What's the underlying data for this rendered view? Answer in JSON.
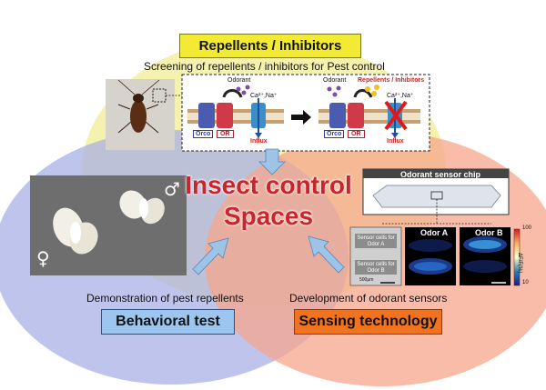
{
  "top": {
    "title": "Repellents / Inhibitors",
    "subtitle": "Screening of repellents / inhibitors for Pest control"
  },
  "mechanism": {
    "left": {
      "odorant": "Odorant",
      "ions": "Ca²⁺,Na⁺",
      "orco": "Orco",
      "or": "OR",
      "influx": "Influx"
    },
    "right": {
      "odorant": "Odorant",
      "repellents": "Repellents / Inhibitors",
      "ions": "Ca²⁺,Na⁺",
      "orco": "Orco",
      "or": "OR",
      "influx": "Influx"
    }
  },
  "center": {
    "line1": "Insect control",
    "line2": "Spaces"
  },
  "left": {
    "caption": "Demonstration of pest repellents",
    "title": "Behavioral test",
    "male_symbol": "♂",
    "female_symbol": "♀"
  },
  "right": {
    "caption": "Development of odorant sensors",
    "title": "Sensing technology",
    "chip_label": "Odorant sensor chip",
    "cells_a": "Sensor cells for Odor A",
    "cells_b": "Sensor cells for Odor B",
    "scale": "500μm",
    "odor_a": "Odor A",
    "odor_b": "Odor B",
    "colorbar_max": "100",
    "colorbar_min": "10",
    "colorbar_label": "ΔF/F(%)"
  },
  "colors": {
    "yellow_circle": "#f3efa0",
    "blue_circle": "#aab0e6",
    "red_circle": "#f5a68c",
    "top_box": "#f3ea33",
    "left_box": "#9cc6f0",
    "right_box": "#f2731e",
    "arrow": "#9dc3e6",
    "center_text": "#c8262c"
  }
}
